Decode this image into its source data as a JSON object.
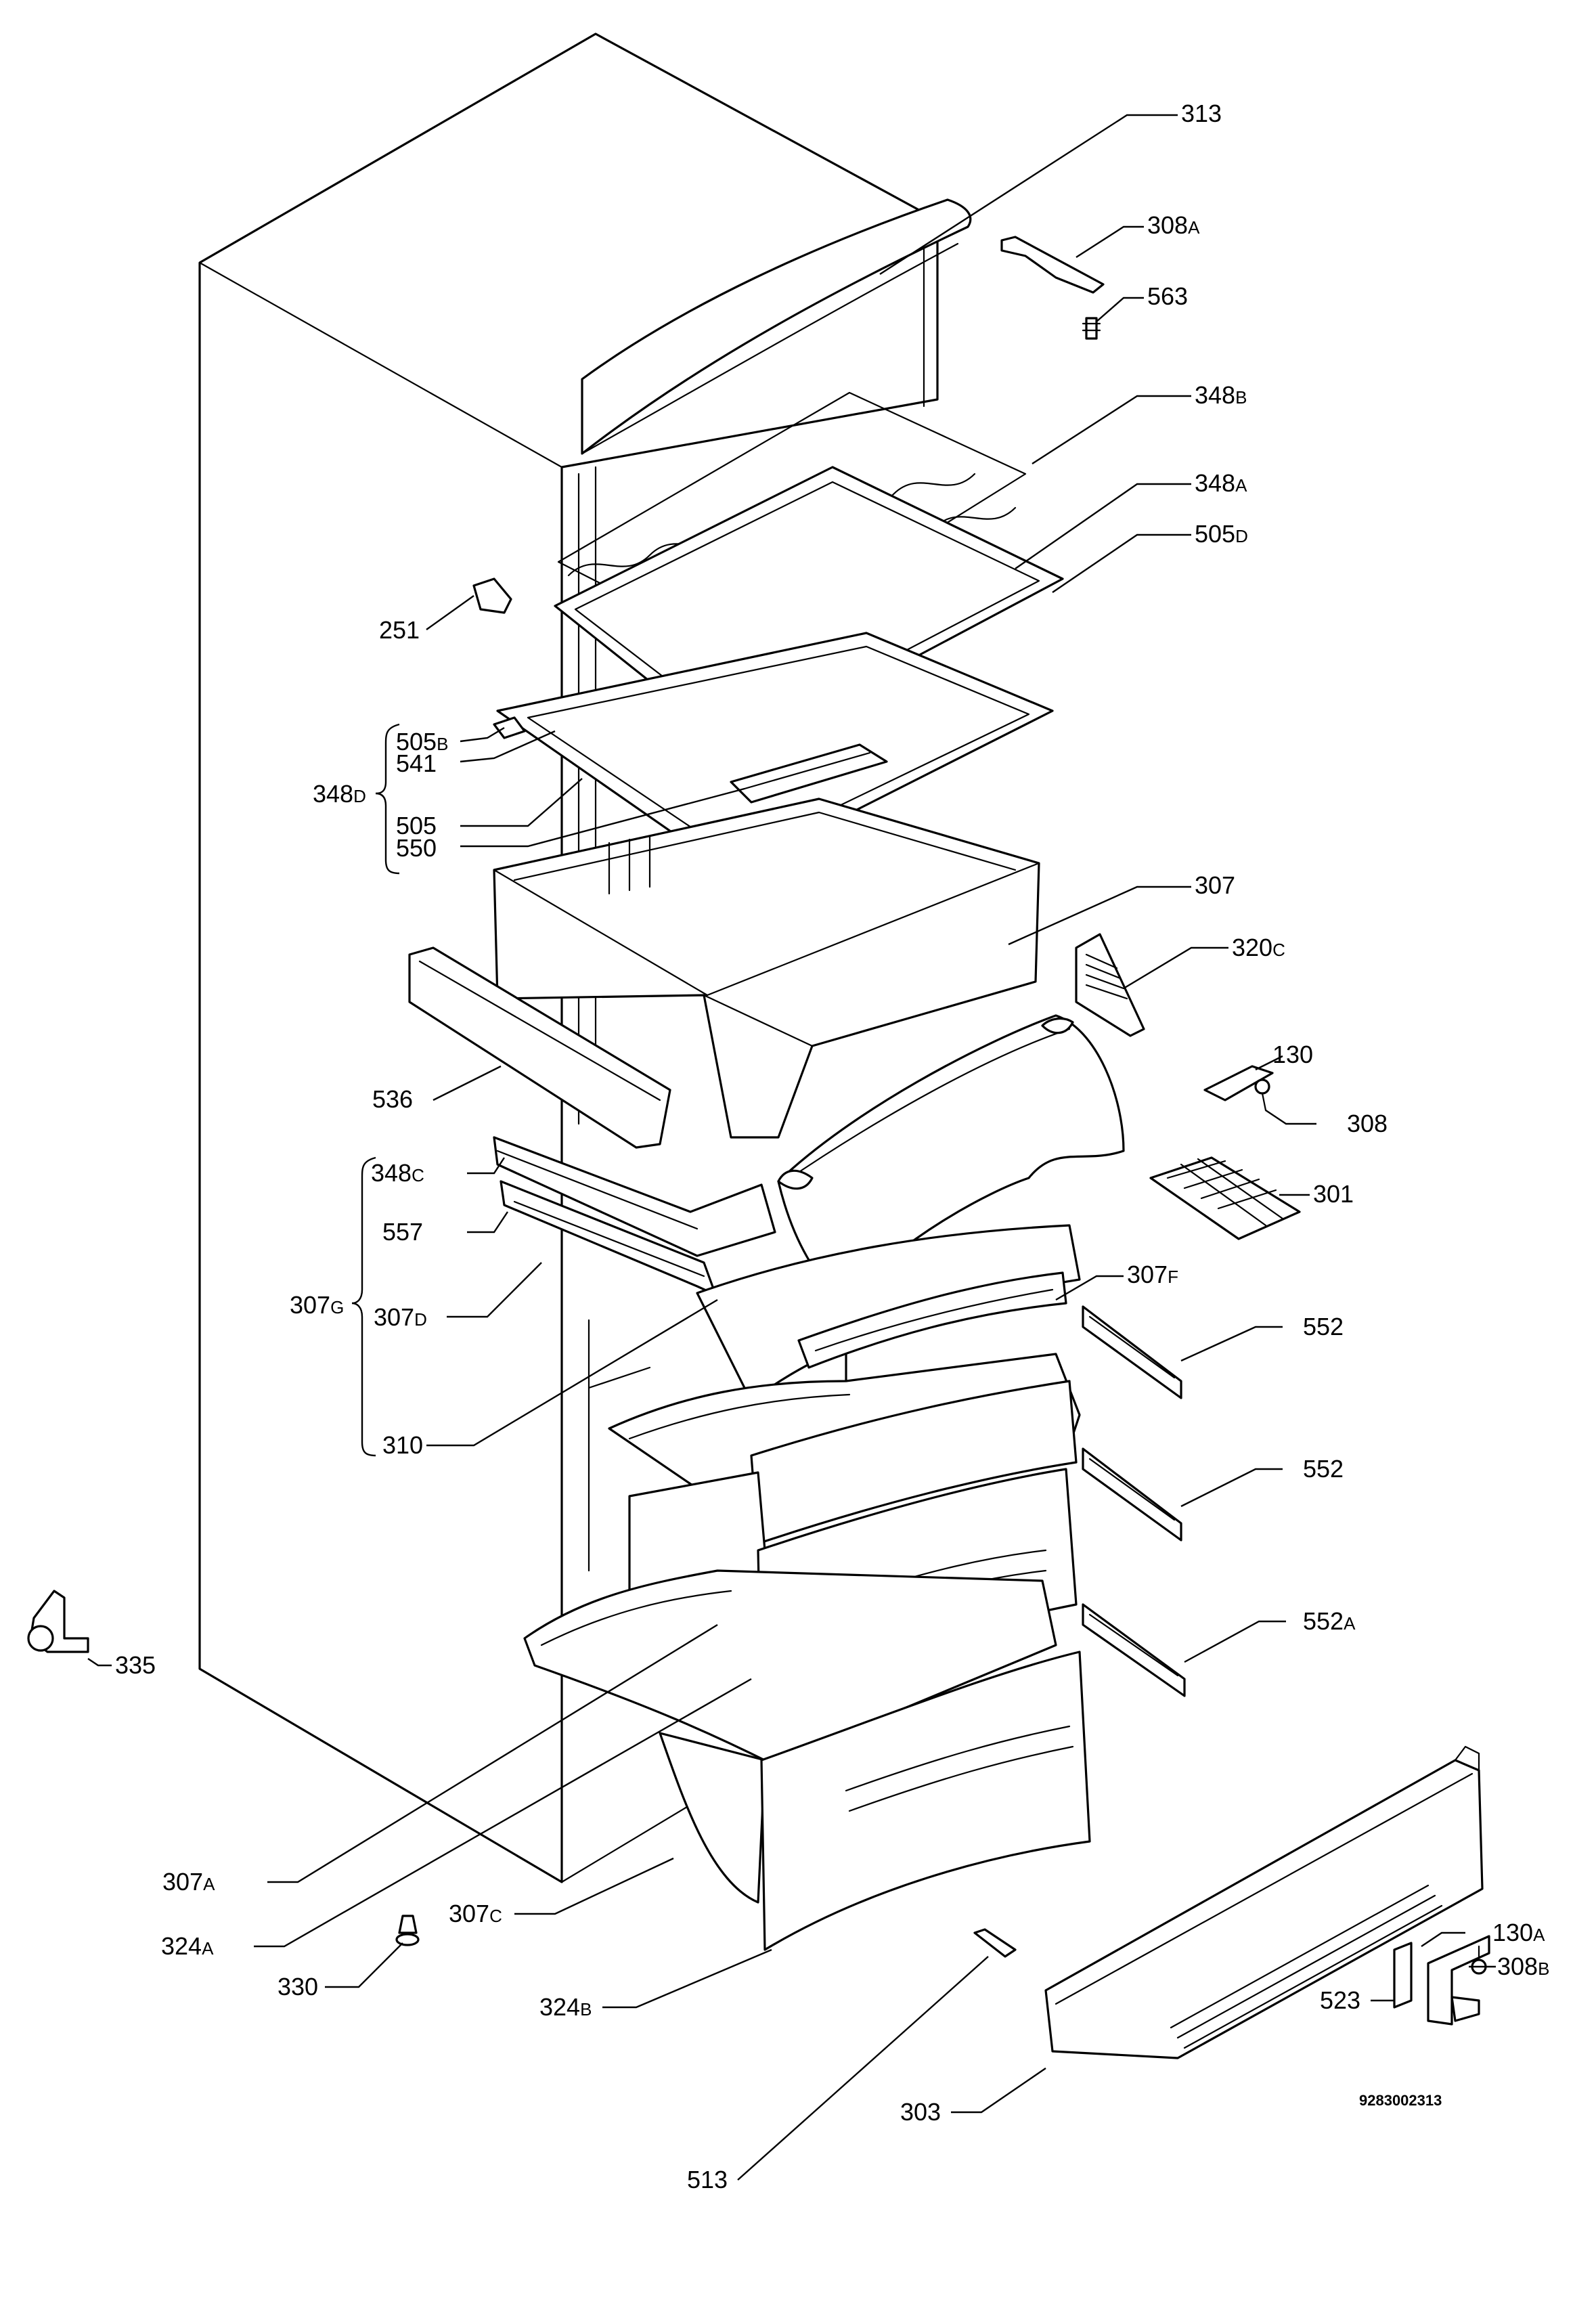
{
  "diagram_code": "9283002313",
  "labels": [
    {
      "id": "313",
      "main": "313",
      "sub": ""
    },
    {
      "id": "308A",
      "main": "308",
      "sub": "A"
    },
    {
      "id": "563",
      "main": "563",
      "sub": ""
    },
    {
      "id": "348B",
      "main": "348",
      "sub": "B"
    },
    {
      "id": "348A",
      "main": "348",
      "sub": "A"
    },
    {
      "id": "505D_top",
      "main": "505",
      "sub": "D"
    },
    {
      "id": "251",
      "main": "251",
      "sub": ""
    },
    {
      "id": "505B",
      "main": "505",
      "sub": "B"
    },
    {
      "id": "541",
      "main": "541",
      "sub": ""
    },
    {
      "id": "348D",
      "main": "348",
      "sub": "D"
    },
    {
      "id": "505",
      "main": "505",
      "sub": ""
    },
    {
      "id": "550",
      "main": "550",
      "sub": ""
    },
    {
      "id": "307",
      "main": "307",
      "sub": ""
    },
    {
      "id": "320C",
      "main": "320",
      "sub": "C"
    },
    {
      "id": "130",
      "main": "130",
      "sub": ""
    },
    {
      "id": "308",
      "main": "308",
      "sub": ""
    },
    {
      "id": "536",
      "main": "536",
      "sub": ""
    },
    {
      "id": "348C",
      "main": "348",
      "sub": "C"
    },
    {
      "id": "301",
      "main": "301",
      "sub": ""
    },
    {
      "id": "557",
      "main": "557",
      "sub": ""
    },
    {
      "id": "307F",
      "main": "307",
      "sub": "F"
    },
    {
      "id": "307G",
      "main": "307",
      "sub": "G"
    },
    {
      "id": "307D",
      "main": "307",
      "sub": "D"
    },
    {
      "id": "552_a",
      "main": "552",
      "sub": ""
    },
    {
      "id": "310",
      "main": "310",
      "sub": ""
    },
    {
      "id": "552_b",
      "main": "552",
      "sub": ""
    },
    {
      "id": "335",
      "main": "335",
      "sub": ""
    },
    {
      "id": "552A",
      "main": "552",
      "sub": "A"
    },
    {
      "id": "307A",
      "main": "307",
      "sub": "A"
    },
    {
      "id": "324A",
      "main": "324",
      "sub": "A"
    },
    {
      "id": "307C",
      "main": "307",
      "sub": "C"
    },
    {
      "id": "130A",
      "main": "130",
      "sub": "A"
    },
    {
      "id": "308B",
      "main": "308",
      "sub": "B"
    },
    {
      "id": "330",
      "main": "330",
      "sub": ""
    },
    {
      "id": "523",
      "main": "523",
      "sub": ""
    },
    {
      "id": "324B",
      "main": "324",
      "sub": "B"
    },
    {
      "id": "513",
      "main": "513",
      "sub": ""
    },
    {
      "id": "303",
      "main": "303",
      "sub": ""
    }
  ]
}
